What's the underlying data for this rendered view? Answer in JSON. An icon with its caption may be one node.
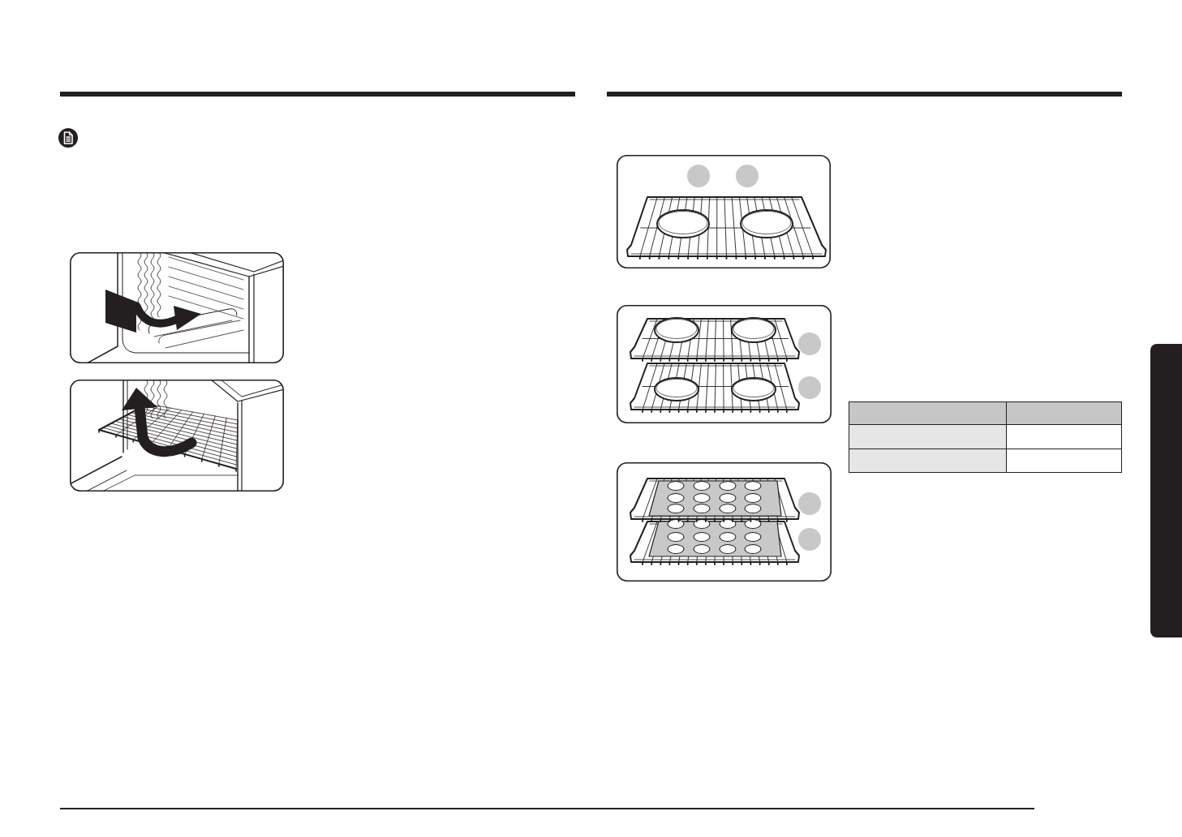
{
  "diagram": {
    "nodes": [
      {
        "text": [],
        "shape": "picture"
      },
      {
        "text": [],
        "shape": "picture"
      },
      {
        "text": [],
        "shape": "picture"
      },
      {
        "text": [],
        "shape": "circle",
        "in": 2
      },
      {
        "text": [],
        "shape": "circle",
        "in": 2
      },
      {
        "text": [],
        "shape": "picture"
      },
      {
        "text": [],
        "shape": "circle",
        "in": 5
      },
      {
        "text": [],
        "shape": "circle",
        "in": 5
      },
      {
        "text": [],
        "shape": "picture"
      },
      {
        "text": [],
        "shape": "circle",
        "in": 8
      },
      {
        "text": [],
        "shape": "circle",
        "in": 8
      },
      {
        "text": [],
        "shape": "box"
      }
    ]
  }
}
